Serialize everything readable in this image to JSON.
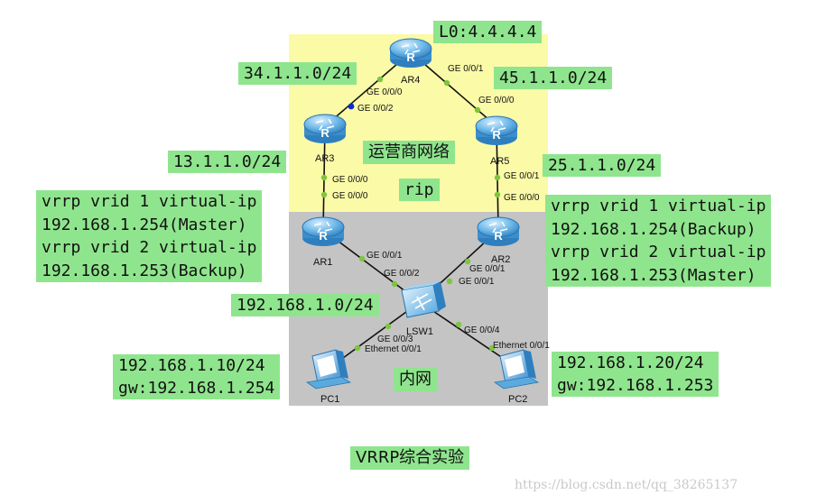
{
  "zones": {
    "isp": {
      "label": "运营商网络",
      "protocol": "rip",
      "color": "#fbfaa7"
    },
    "lan": {
      "label": "内网",
      "color": "#c4c4c4"
    }
  },
  "colors": {
    "label_bg": "#8fe58d",
    "link": "#111111",
    "port_dot": "#7dc63d",
    "port_dot_active": "#0a2ccf",
    "router": "#4fa3df"
  },
  "devices": {
    "ar4": {
      "name": "AR4",
      "loopback": "L0:4.4.4.4",
      "icon": "router-icon"
    },
    "ar3": {
      "name": "AR3",
      "icon": "router-icon"
    },
    "ar5": {
      "name": "AR5",
      "icon": "router-icon"
    },
    "ar1": {
      "name": "AR1",
      "icon": "router-icon"
    },
    "ar2": {
      "name": "AR2",
      "icon": "router-icon"
    },
    "lsw1": {
      "name": "LSW1",
      "icon": "switch-icon"
    },
    "pc1": {
      "name": "PC1",
      "icon": "pc-icon"
    },
    "pc2": {
      "name": "PC2",
      "icon": "pc-icon"
    }
  },
  "ports": {
    "ar4_ar3": "GE 0/0/0",
    "ar3_ar4": "GE 0/0/2",
    "ar4_ar5": "GE 0/0/1",
    "ar5_ar4": "GE 0/0/0",
    "ar3_ar1": "GE 0/0/0",
    "ar1_ar3": "GE 0/0/0",
    "ar5_ar2": "GE 0/0/1",
    "ar2_ar5": "GE 0/0/0",
    "ar1_lsw": "GE 0/0/1",
    "lsw_ar1": "GE 0/0/2",
    "ar2_lsw": "GE 0/0/1",
    "lsw_ar2": "GE 0/0/1",
    "lsw_pc1": "GE 0/0/3",
    "pc1_lsw": "Ethernet 0/0/1",
    "lsw_pc2": "GE 0/0/4",
    "pc2_lsw": "Ethernet 0/0/1"
  },
  "networks": {
    "n34": "34.1.1.0/24",
    "n45": "45.1.1.0/24",
    "n13": "13.1.1.0/24",
    "n25": "25.1.1.0/24",
    "n192": "192.168.1.0/24"
  },
  "vrrp": {
    "ar1": [
      "vrrp vrid 1 virtual-ip",
      "192.168.1.254(Master)",
      "vrrp vrid 2 virtual-ip",
      "192.168.1.253(Backup)"
    ],
    "ar2": [
      "vrrp vrid 1 virtual-ip",
      "192.168.1.254(Backup)",
      "vrrp vrid 2 virtual-ip",
      "192.168.1.253(Master)"
    ]
  },
  "hosts": {
    "pc1": [
      "192.168.1.10/24",
      "gw:192.168.1.254"
    ],
    "pc2": [
      "192.168.1.20/24",
      "gw:192.168.1.253"
    ]
  },
  "title": "VRRP综合实验",
  "watermark": "https://blog.csdn.net/qq_38265137"
}
